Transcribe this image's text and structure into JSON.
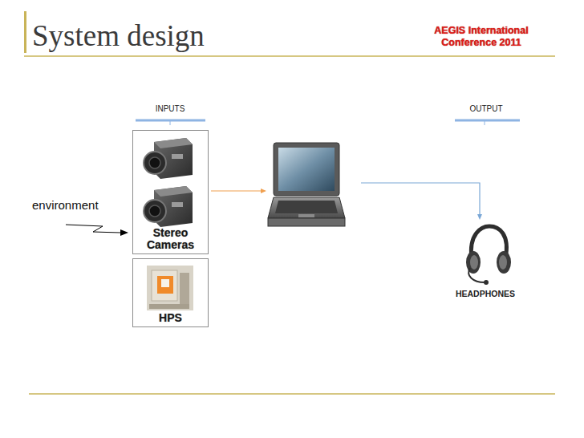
{
  "diagram": {
    "title": "System design",
    "nodes": [
      {
        "text": [
          "Stereo Cameras"
        ]
      },
      {
        "text": [
          "HPS"
        ]
      }
    ],
    "labels": [
      "AEGIS International Conference 2011",
      "INPUTS",
      "OUTPUT",
      "environment",
      "HEADPHONES"
    ]
  }
}
